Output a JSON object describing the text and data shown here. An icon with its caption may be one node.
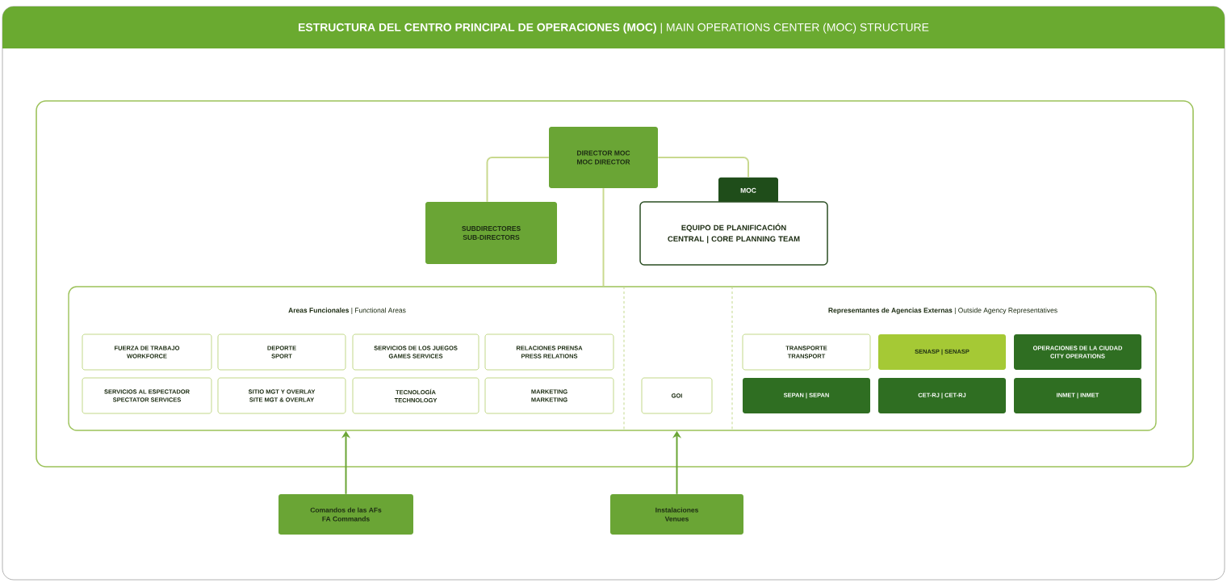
{
  "diagram": {
    "title": "**ESTRUCTURA DEL CENTRO PRINCIPAL DE OPERACIONES (MOC)** | MAIN OPERATIONS CENTER (MOC) STRUCTURE",
    "nodes": [
      {
        "text": [],
        "shape": "box"
      },
      {
        "text": [
          "DIRECTOR MOC",
          "MOC DIRECTOR"
        ],
        "in": 0
      },
      {
        "text": [
          "SUBDIRECTORES",
          "SUB-DIRECTORS"
        ],
        "in": 0
      },
      {
        "text": [
          "MOC",
          "EQUIPO DE PLANIFICACIÓN CENTRAL | CORE PLANNING TEAM"
        ],
        "in": 0
      },
      {
        "text": [
          "**Areas Funcionales** | Functional Areas",
          "**Representantes de Agencias Externas** | Outside Agency Representatives"
        ],
        "in": 0
      },
      {
        "text": [
          "FUERZA DE TRABAJO",
          "WORKFORCE"
        ],
        "in": 4
      },
      {
        "text": [
          "DEPORTE",
          "SPORT"
        ],
        "in": 4
      },
      {
        "text": [
          "SERVICIOS DE LOS JUEGOS",
          "GAMES SERVICES"
        ],
        "in": 4
      },
      {
        "text": [
          "RELACIONES PRENSA",
          "PRESS RELATIONS"
        ],
        "in": 4
      },
      {
        "text": [
          "SERVICIOS AL ESPECTADOR",
          "SPECTATOR SERVICES"
        ],
        "in": 4
      },
      {
        "text": [
          "SITIO MGT Y OVERLAY",
          "SITE MGT & OVERLAY"
        ],
        "in": 4
      },
      {
        "text": [
          "TECNOLOGÍA",
          "TECHNOLOGY"
        ],
        "in": 4
      },
      {
        "text": [
          "MARKETING",
          "MARKETING"
        ],
        "in": 4
      },
      {
        "text": [
          "GOI"
        ],
        "in": 4
      },
      {
        "text": [
          "TRANSPORTE",
          "TRANSPORT"
        ],
        "in": 4
      },
      {
        "text": [
          "SENASP | SENASP"
        ],
        "in": 4
      },
      {
        "text": [
          "OPERACIONES DE LA CIUDAD",
          "CITY OPERATIONS"
        ],
        "in": 4
      },
      {
        "text": [
          "SEPAN | SEPAN"
        ],
        "in": 4
      },
      {
        "text": [
          "CET-RJ | CET-RJ"
        ],
        "in": 4
      },
      {
        "text": [
          "INMET | INMET"
        ],
        "in": 4
      },
      {
        "text": [
          "Comandos de las AFs",
          "FA Commands"
        ]
      },
      {
        "text": [
          "Instalaciones",
          "Venues"
        ]
      }
    ],
    "edges": [
      {
        "from": 1,
        "to": 2,
        "arrow": "none"
      },
      {
        "from": 1,
        "to": 3,
        "arrow": "none"
      },
      {
        "from": 1,
        "to": 4,
        "arrow": "none"
      },
      {
        "from": 20,
        "to": 4,
        "arrow": "to",
        "color": "#6aa535"
      },
      {
        "from": 21,
        "to": 4,
        "arrow": "to",
        "color": "#6aa535"
      }
    ]
  }
}
